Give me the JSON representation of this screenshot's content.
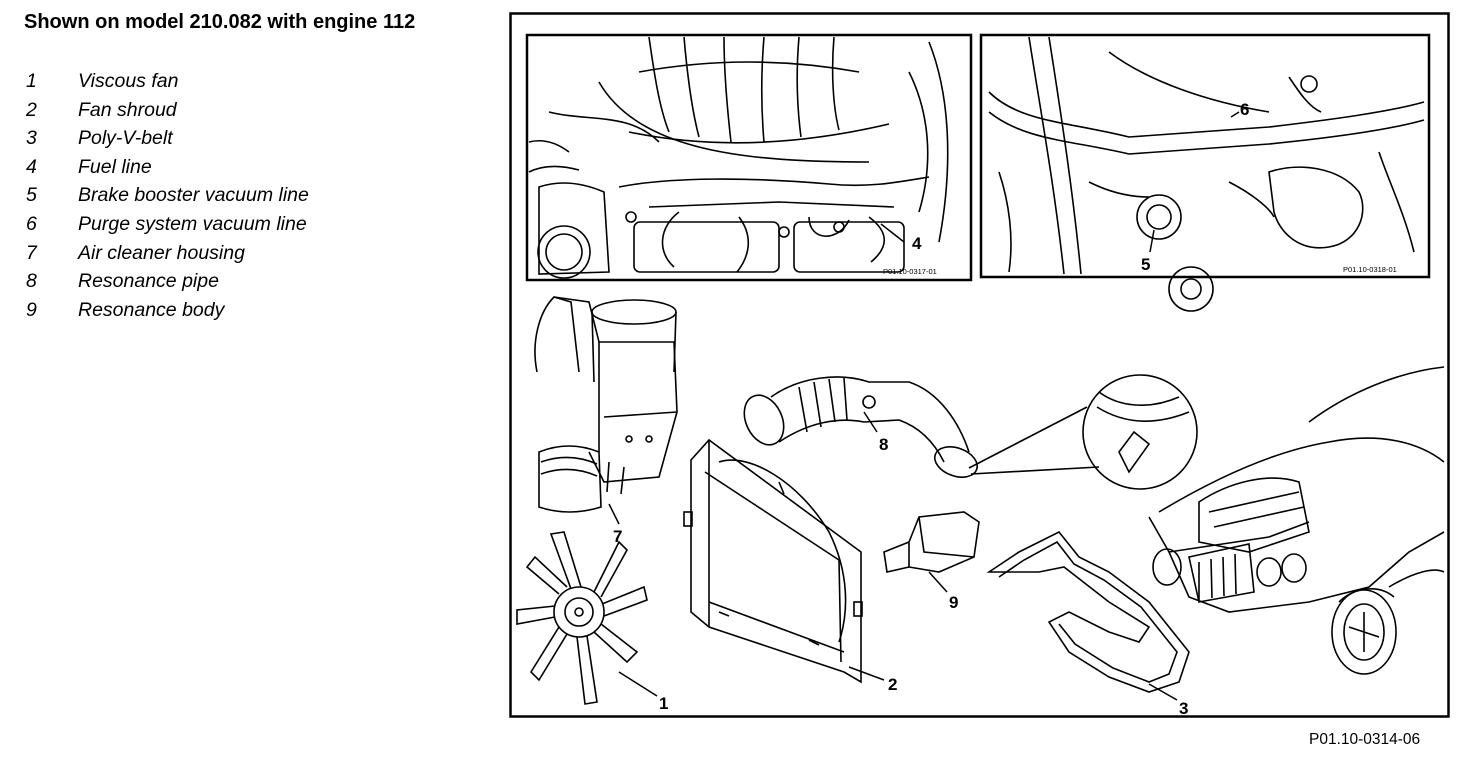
{
  "header": {
    "title": "Shown on model 210.082 with engine 112"
  },
  "legend": {
    "items": [
      {
        "num": "1",
        "label": "Viscous fan"
      },
      {
        "num": "2",
        "label": "Fan shroud"
      },
      {
        "num": "3",
        "label": "Poly-V-belt"
      },
      {
        "num": "4",
        "label": "Fuel line"
      },
      {
        "num": "5",
        "label": "Brake booster vacuum line"
      },
      {
        "num": "6",
        "label": "Purge system vacuum line"
      },
      {
        "num": "7",
        "label": "Air cleaner housing"
      },
      {
        "num": "8",
        "label": "Resonance pipe"
      },
      {
        "num": "9",
        "label": "Resonance body"
      }
    ]
  },
  "figure": {
    "inset_left_ref": "P01.10-0317-01",
    "inset_right_ref": "P01.10-0318-01",
    "callouts": {
      "c1": "1",
      "c2": "2",
      "c3": "3",
      "c4": "4",
      "c5": "5",
      "c6": "6",
      "c7": "7",
      "c8": "8",
      "c9": "9"
    },
    "caption": "P01.10-0314-06"
  }
}
